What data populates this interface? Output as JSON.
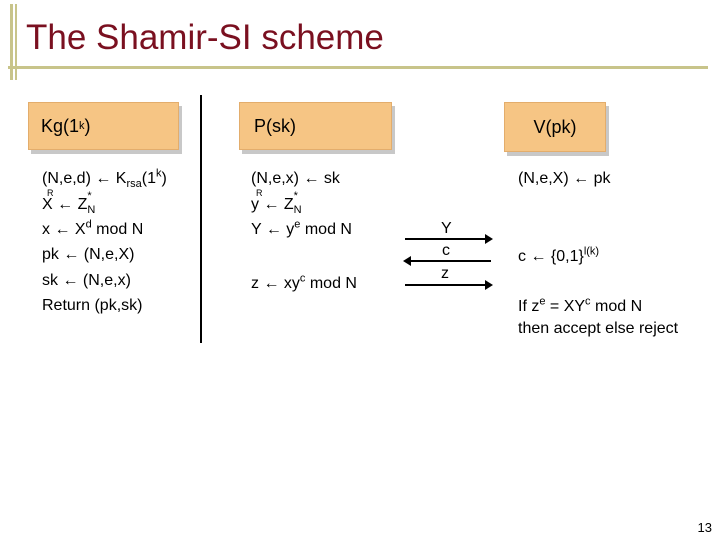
{
  "title": "The Shamir-SI scheme",
  "headers": {
    "kg": {
      "main": "Kg(1",
      "sup": "k",
      "end": ")"
    },
    "prover": "P(sk)",
    "verifier": "V(pk)"
  },
  "kg_lines": {
    "l1_a": "(N,e,d) ← K",
    "l1_sub": "rsa",
    "l1_b": "(1",
    "l1_sup": "k",
    "l1_c": ")",
    "l2_a": "X ←",
    "l2_r": "R",
    "l2_b": " Z",
    "l2_sup": "*",
    "l2_sub": "N",
    "l3_a": "x ← X",
    "l3_sup": "d",
    "l3_b": "  mod N",
    "l4": "pk ← (N,e,X)",
    "l5": "sk ← (N,e,x)",
    "l6": "Return (pk,sk)"
  },
  "p_lines": {
    "l1": "(N,e,x) ← sk",
    "l2_a": "y ←",
    "l2_r": "R",
    "l2_b": " Z",
    "l2_sup": "*",
    "l2_sub": "N",
    "l3_a": "Y ← y",
    "l3_sup": "e",
    "l3_b": "  mod N",
    "l4_a": "z ← xy",
    "l4_sup": "c",
    "l4_b": "  mod N"
  },
  "messages": [
    "Y",
    "c",
    "z"
  ],
  "v_lines": {
    "l1": "(N,e,X) ← pk",
    "l2_a": "c ← {0,1}",
    "l2_sup": "l(k)",
    "l3_a": "If z",
    "l3_sup1": "e",
    "l3_b": " = XY",
    "l3_sup2": "c",
    "l3_c": " mod N",
    "l4": "then accept else reject"
  },
  "page_number": "13"
}
